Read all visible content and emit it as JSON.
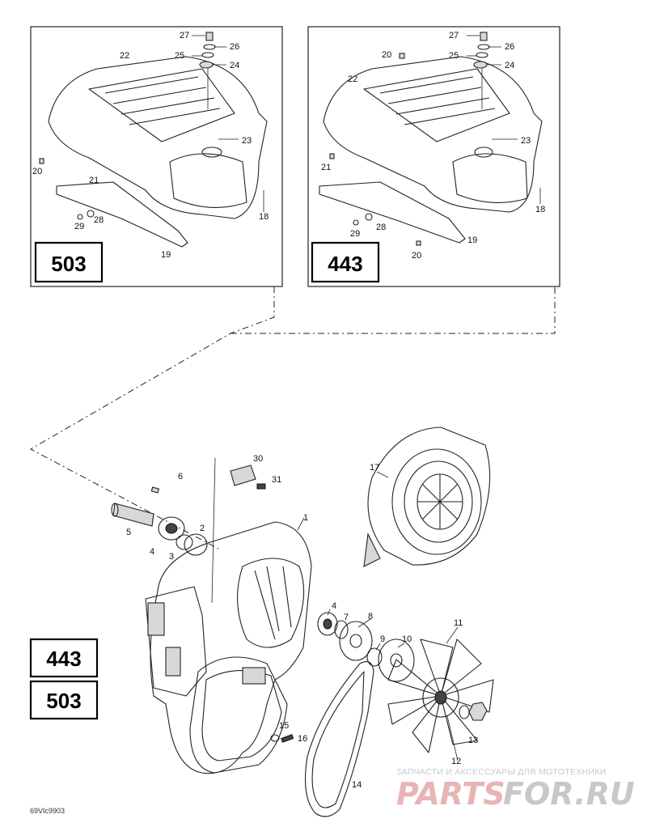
{
  "panels": {
    "left_model": "503",
    "right_model": "443",
    "left_callouts": {
      "c27": "27",
      "c26": "26",
      "c25": "25",
      "c24": "24",
      "c22": "22",
      "c23": "23",
      "c20": "20",
      "c21": "21",
      "c29": "29",
      "c28": "28",
      "c18": "18",
      "c19": "19"
    },
    "right_callouts": {
      "c27": "27",
      "c26": "26",
      "c25": "25",
      "c24": "24",
      "c20a": "20",
      "c22": "22",
      "c23": "23",
      "c21": "21",
      "c29": "29",
      "c28": "28",
      "c18": "18",
      "c19": "19",
      "c20b": "20"
    }
  },
  "main": {
    "model_a": "443",
    "model_b": "503",
    "callouts": {
      "c30": "30",
      "c31": "31",
      "c6": "6",
      "c5": "5",
      "c2": "2",
      "c3": "3",
      "c4a": "4",
      "c1": "1",
      "c17": "17",
      "c4b": "4",
      "c7": "7",
      "c8": "8",
      "c9": "9",
      "c10": "10",
      "c11": "11",
      "c15": "15",
      "c16": "16",
      "c13": "13",
      "c12": "12",
      "c14": "14"
    }
  },
  "watermark": {
    "tagline": "ЗАПЧАСТИ И АКСЕССУАРЫ ДЛЯ МОТОТЕХНИКИ",
    "brand_a": "PARTS",
    "brand_b": "FOR.RU",
    "brand_a_color": "#e8b4b4",
    "brand_b_color": "#c8c8c8"
  },
  "drawing_code": "69VIc9903"
}
